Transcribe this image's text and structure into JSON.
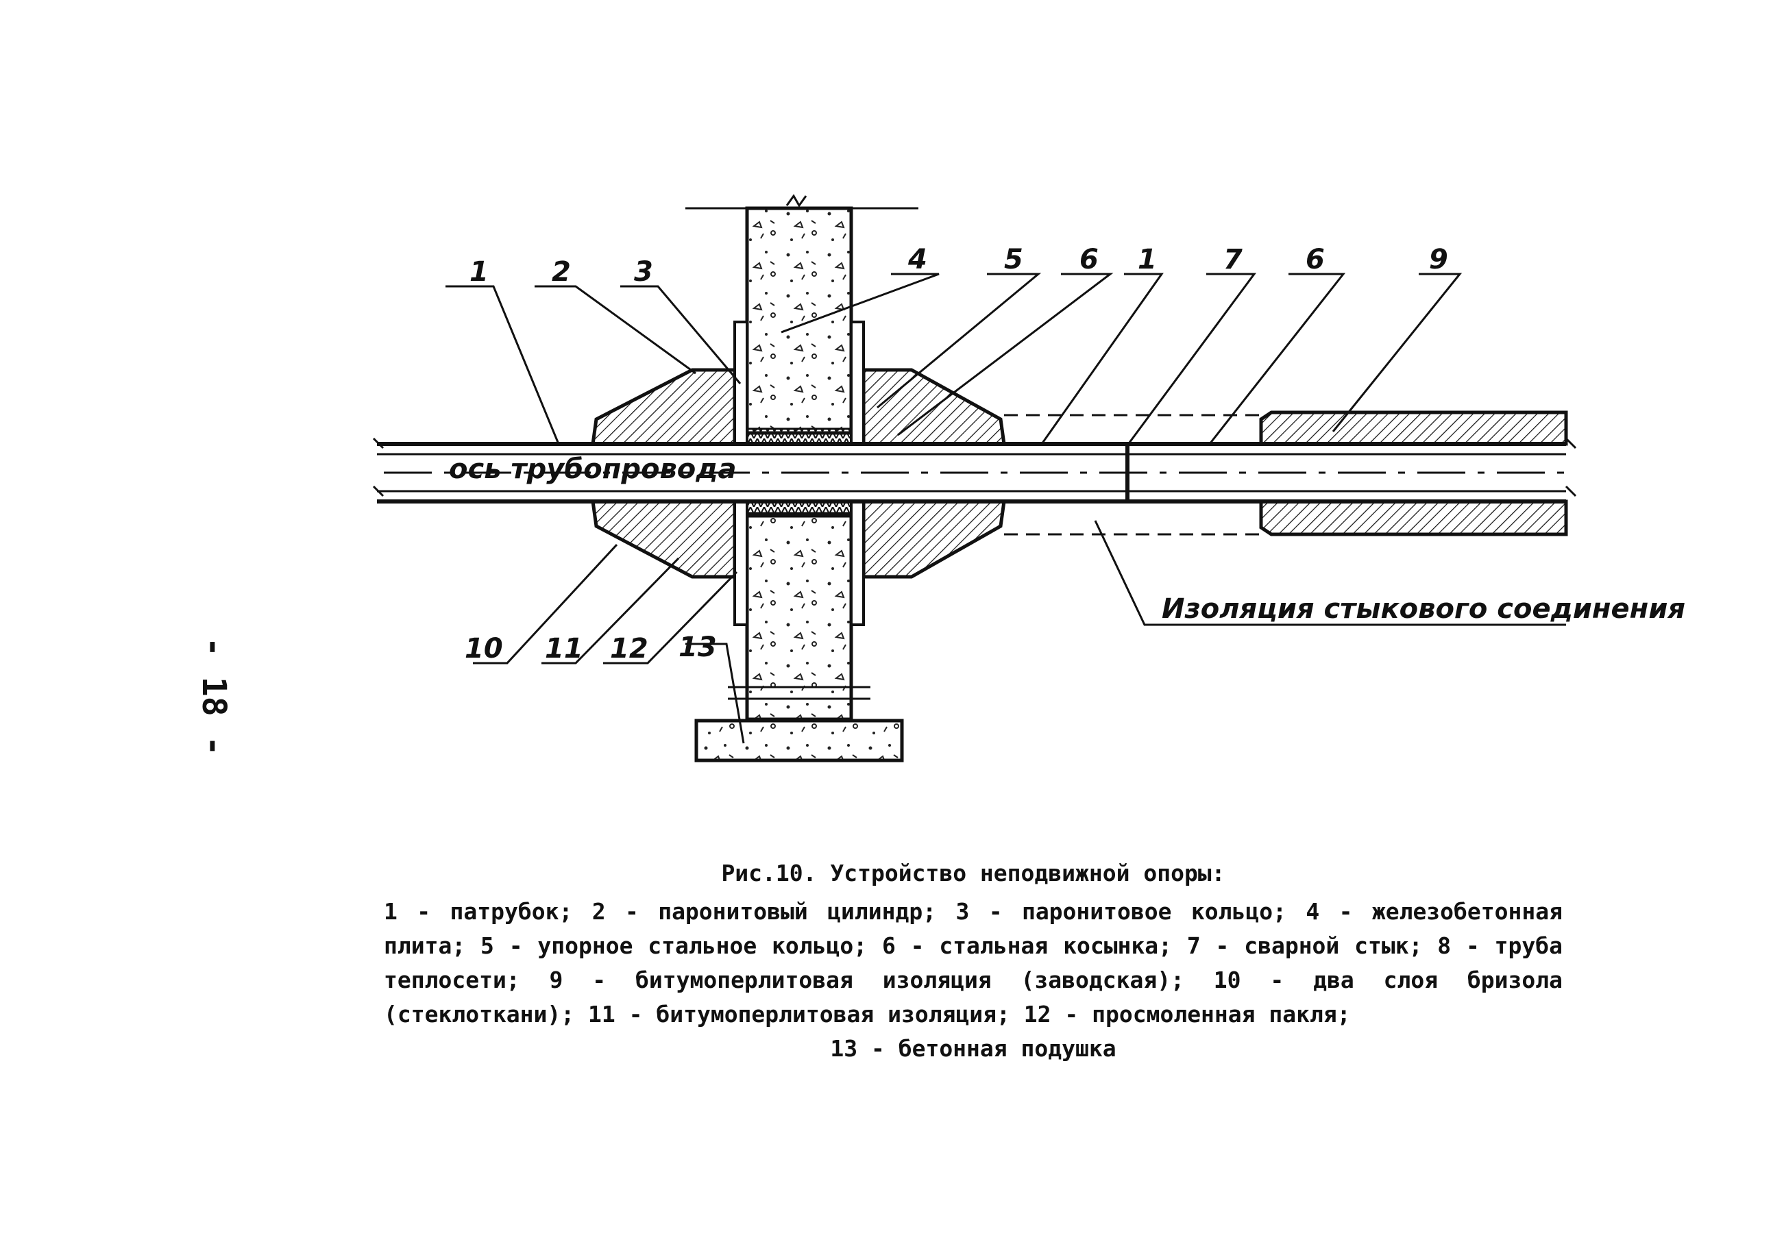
{
  "page_number": "- 18 -",
  "labels": {
    "axis": "ось трубопровода",
    "joint_insulation": "Изоляция стыкового соединения",
    "callouts": [
      "1",
      "2",
      "3",
      "4",
      "5",
      "6",
      "1",
      "7",
      "6",
      "9",
      "10",
      "11",
      "12",
      "13"
    ]
  },
  "caption": {
    "title": "Рис.10. Устройство неподвижной опоры:",
    "body": "1 - патрубок; 2 - паронитовый цилиндр; 3 - паронитовое кольцо; 4 - железобетонная плита; 5 - упорное стальное кольцо; 6 - стальная косынка; 7 - сварной стык; 8 - труба теплосети; 9 - битумоперлитовая изоляция (заводская); 10 - два слоя бризола (стеклоткани); 11 - битумоперлитовая изоляция; 12 - просмоленная пакля;",
    "last": "13 - бетонная подушка"
  }
}
